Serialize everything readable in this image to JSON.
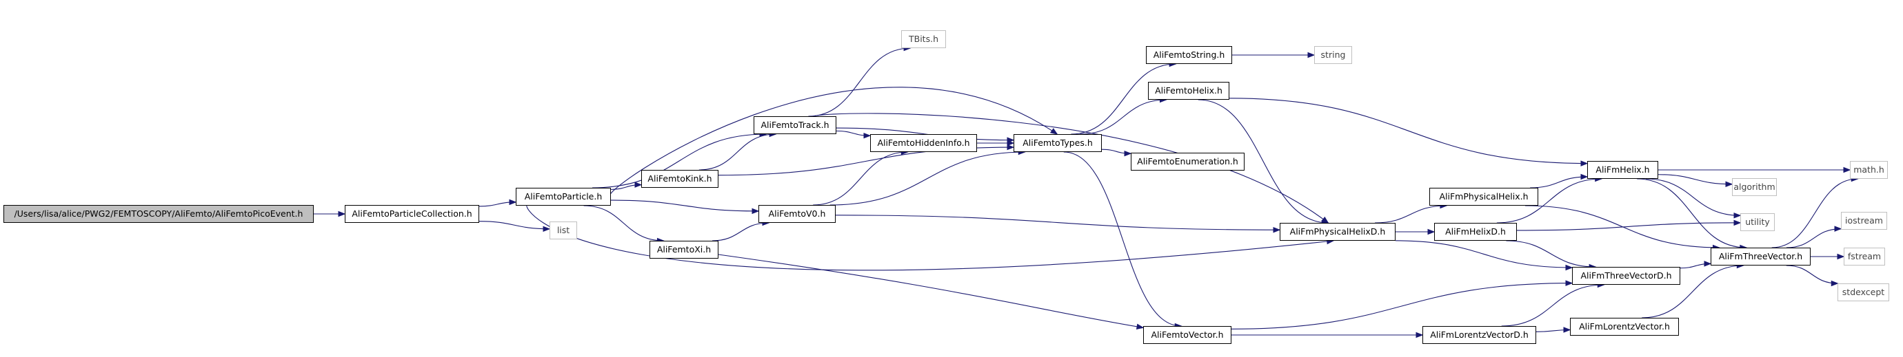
{
  "colors": {
    "edge": "#191970",
    "root_fill": "#bfbfbf",
    "node_border": "#000000",
    "leaf_border": "#bfbfbf"
  },
  "nodes": {
    "root": "/Users/lisa/alice/PWG2/FEMTOSCOPY/AliFemto/AliFemtoPicoEvent.h",
    "particleCollection": "AliFemtoParticleCollection.h",
    "particle": "AliFemtoParticle.h",
    "list": "list",
    "track": "AliFemtoTrack.h",
    "kink": "AliFemtoKink.h",
    "v0": "AliFemtoV0.h",
    "xi": "AliFemtoXi.h",
    "tbits": "TBits.h",
    "hiddenInfo": "AliFemtoHiddenInfo.h",
    "types": "AliFemtoTypes.h",
    "femtoString": "AliFemtoString.h",
    "femtoHelix": "AliFemtoHelix.h",
    "enumeration": "AliFemtoEnumeration.h",
    "femtoVector": "AliFemtoVector.h",
    "string": "string",
    "physHelixD": "AliFmPhysicalHelixD.h",
    "physHelix": "AliFmPhysicalHelix.h",
    "helixD": "AliFmHelixD.h",
    "lorentzVectorD": "AliFmLorentzVectorD.h",
    "threeVectorD": "AliFmThreeVectorD.h",
    "lorentzVector": "AliFmLorentzVector.h",
    "fmHelix": "AliFmHelix.h",
    "algorithm": "algorithm",
    "utility": "utility",
    "threeVector": "AliFmThreeVector.h",
    "math": "math.h",
    "iostream": "iostream",
    "fstream": "fstream",
    "stdexcept": "stdexcept"
  },
  "edges": [
    [
      "root",
      "particleCollection"
    ],
    [
      "particleCollection",
      "particle"
    ],
    [
      "particleCollection",
      "list"
    ],
    [
      "particle",
      "track"
    ],
    [
      "particle",
      "kink"
    ],
    [
      "particle",
      "v0"
    ],
    [
      "particle",
      "xi"
    ],
    [
      "particle",
      "types"
    ],
    [
      "particle",
      "physHelixD"
    ],
    [
      "kink",
      "track"
    ],
    [
      "kink",
      "types"
    ],
    [
      "track",
      "tbits"
    ],
    [
      "track",
      "hiddenInfo"
    ],
    [
      "track",
      "types"
    ],
    [
      "track",
      "physHelixD"
    ],
    [
      "xi",
      "v0"
    ],
    [
      "xi",
      "femtoVector"
    ],
    [
      "v0",
      "hiddenInfo"
    ],
    [
      "v0",
      "types"
    ],
    [
      "v0",
      "physHelixD"
    ],
    [
      "hiddenInfo",
      "types"
    ],
    [
      "types",
      "femtoString"
    ],
    [
      "types",
      "femtoHelix"
    ],
    [
      "types",
      "enumeration"
    ],
    [
      "types",
      "femtoVector"
    ],
    [
      "femtoString",
      "string"
    ],
    [
      "femtoHelix",
      "physHelixD"
    ],
    [
      "femtoHelix",
      "fmHelix"
    ],
    [
      "physHelixD",
      "physHelix"
    ],
    [
      "physHelixD",
      "helixD"
    ],
    [
      "physHelixD",
      "threeVectorD"
    ],
    [
      "physHelix",
      "fmHelix"
    ],
    [
      "physHelix",
      "threeVector"
    ],
    [
      "helixD",
      "fmHelix"
    ],
    [
      "helixD",
      "utility"
    ],
    [
      "helixD",
      "threeVectorD"
    ],
    [
      "femtoVector",
      "threeVectorD"
    ],
    [
      "femtoVector",
      "lorentzVectorD"
    ],
    [
      "lorentzVectorD",
      "threeVectorD"
    ],
    [
      "lorentzVectorD",
      "lorentzVector"
    ],
    [
      "lorentzVector",
      "threeVector"
    ],
    [
      "threeVectorD",
      "threeVector"
    ],
    [
      "fmHelix",
      "math"
    ],
    [
      "fmHelix",
      "algorithm"
    ],
    [
      "fmHelix",
      "utility"
    ],
    [
      "fmHelix",
      "threeVector"
    ],
    [
      "threeVector",
      "math"
    ],
    [
      "threeVector",
      "iostream"
    ],
    [
      "threeVector",
      "fstream"
    ],
    [
      "threeVector",
      "stdexcept"
    ]
  ]
}
